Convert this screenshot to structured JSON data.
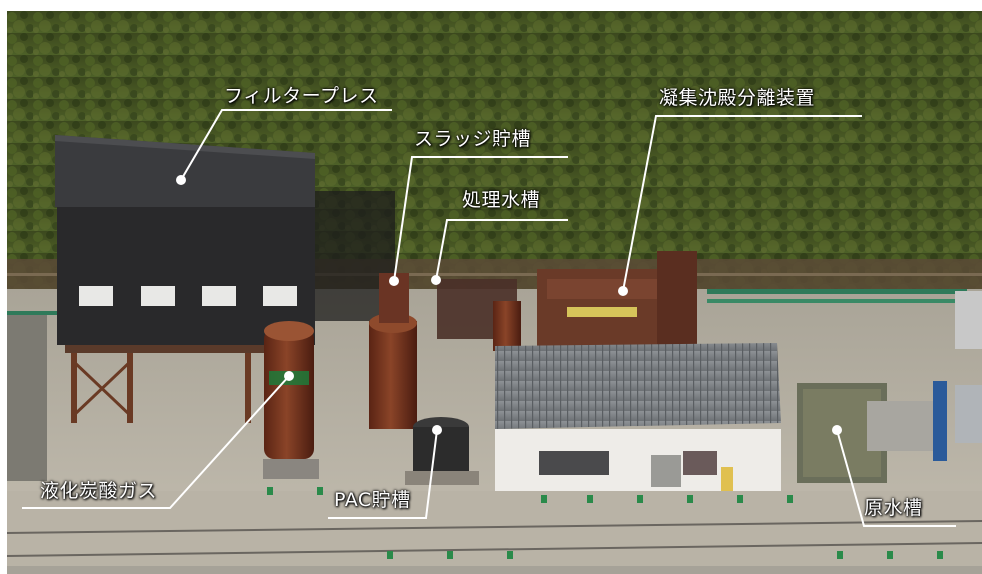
{
  "labels": {
    "filter_press": "フィルタープレス",
    "sludge_tank": "スラッジ貯槽",
    "treated_water_tank": "処理水槽",
    "coagulation_unit": "凝集沈殿分離装置",
    "liquefied_co2": "液化炭酸ガス",
    "pac_tank": "PAC貯槽",
    "raw_water_tank": "原水槽"
  },
  "colors": {
    "hillside_vegetation": "#3a4a1e",
    "building_dark": "#2a2a2c",
    "tank_rust": "#7a3a22",
    "ground": "#b8b2a6",
    "label_text": "#ffffff"
  }
}
